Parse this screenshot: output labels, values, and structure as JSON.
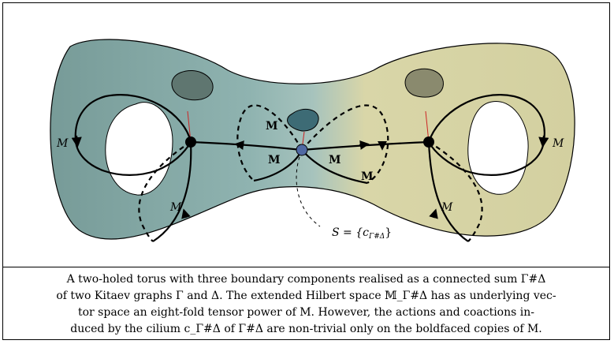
{
  "figure": {
    "labels": {
      "left_loop": "M",
      "left_lower": "M",
      "right_loop": "M",
      "right_lower": "M",
      "center_upper": "M",
      "center_left": "M",
      "center_right": "M",
      "center_lower": "M",
      "cilium_eq": "S = {c",
      "cilium_sub": "Γ#Δ",
      "cilium_close": "}"
    },
    "colors": {
      "left_surface": "#7a9e9a",
      "right_surface": "#d3d0a0",
      "left_blob": "#5f7670",
      "right_blob": "#8a8a6e",
      "center_blob": "#3d6b75",
      "center_vertex": "#5069a3",
      "cilium": "#cc2222"
    }
  },
  "caption": {
    "line1": "A two-holed torus with three boundary components realised as a connected sum Γ#Δ",
    "line2": "of two Kitaev graphs Γ and Δ. The extended Hilbert space 𝕄_Γ#Δ has as underlying vec-",
    "line3": "tor space an eight-fold tensor power of M. However, the actions and coactions in-",
    "line4": "duced by the cilium c_Γ#Δ of Γ#Δ are non-trivial only on the boldfaced copies of M."
  }
}
